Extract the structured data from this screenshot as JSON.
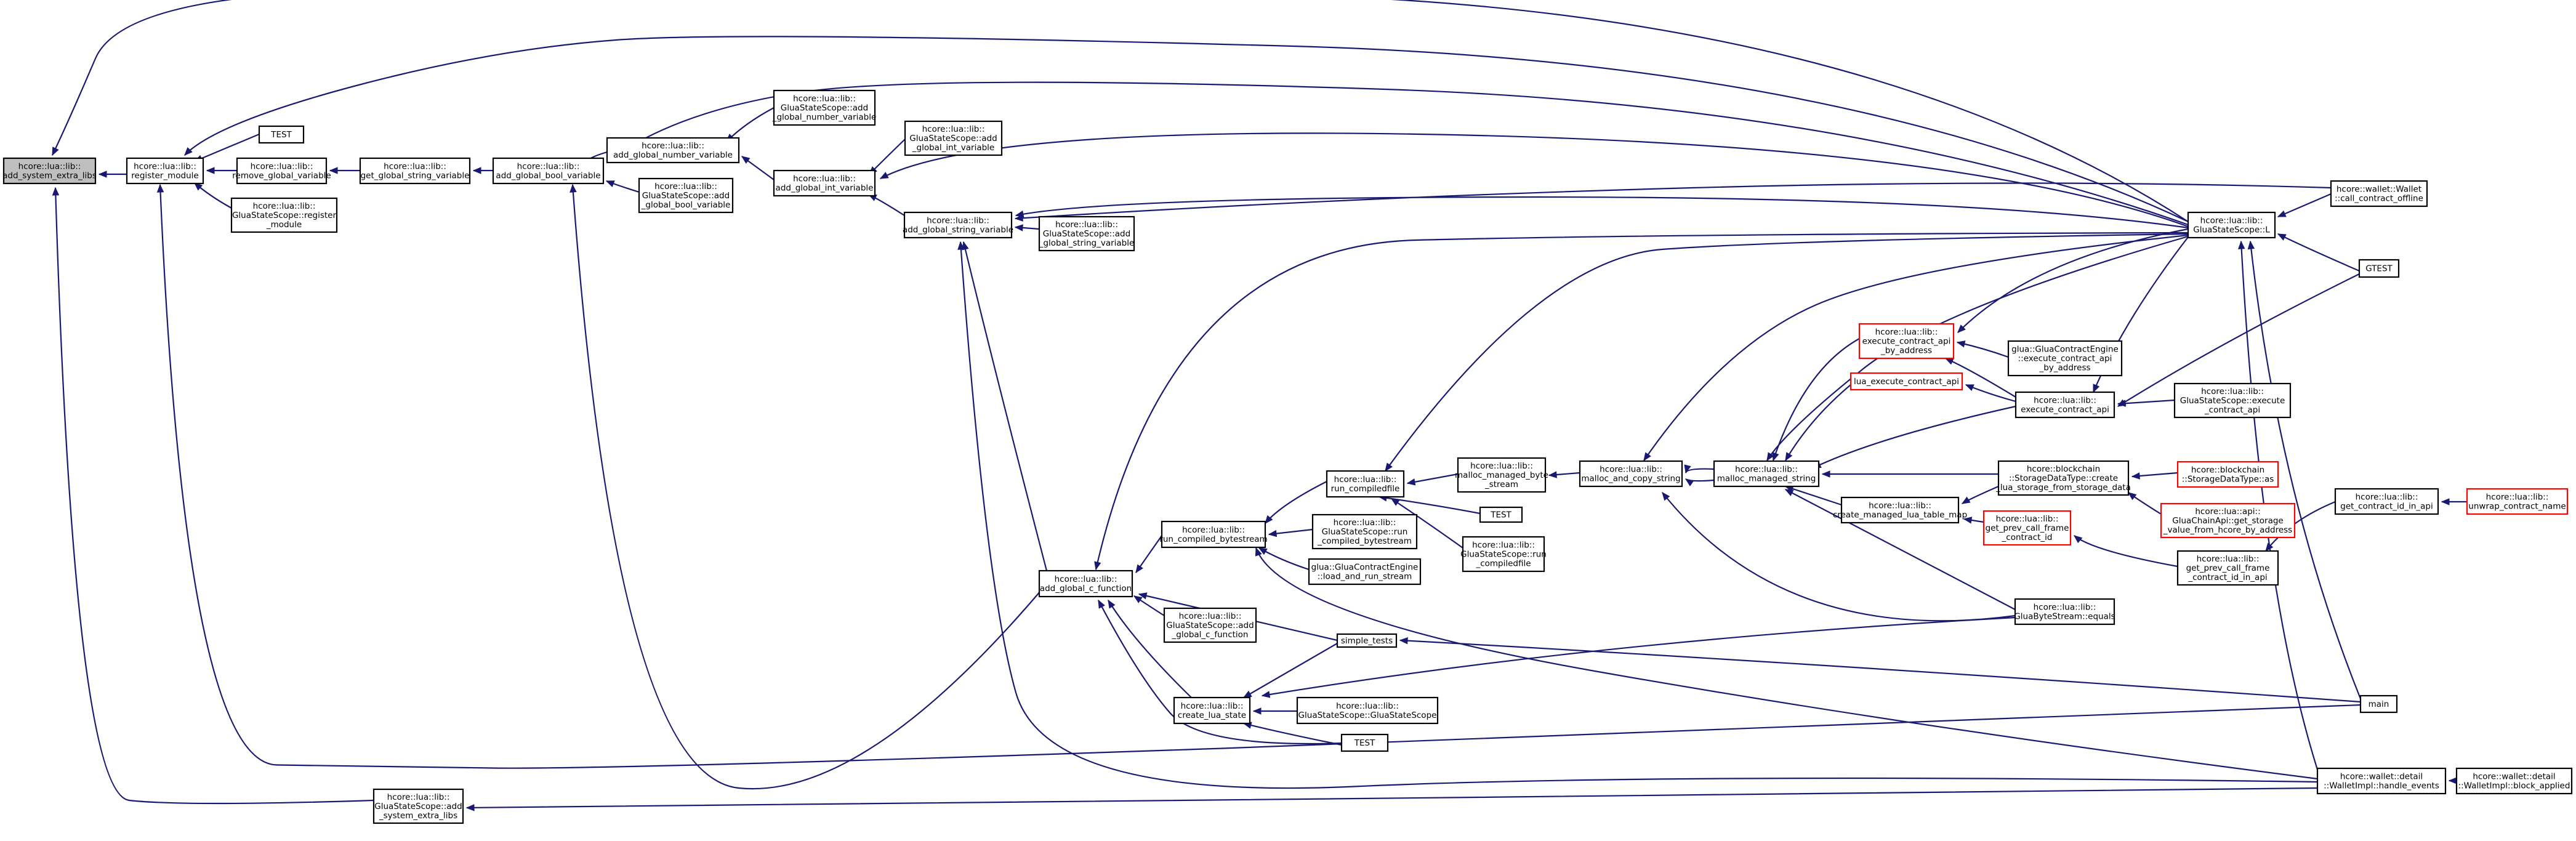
{
  "colors": {
    "edge": "#191970",
    "node_border": "#000000",
    "node_border_truncated": "#ff0000",
    "node_fill": "#ffffff",
    "root_fill": "#bfbfbf"
  },
  "nodes": [
    {
      "id": "n1",
      "lines": [
        "hcore::lua::lib::",
        "add_system_extra_libs"
      ]
    },
    {
      "id": "n2",
      "lines": [
        "hcore::lua::lib::",
        "register_module"
      ]
    },
    {
      "id": "n3",
      "lines": [
        "TEST"
      ]
    },
    {
      "id": "n4",
      "lines": [
        "hcore::lua::lib::",
        "remove_global_variable"
      ]
    },
    {
      "id": "n5",
      "lines": [
        "hcore::lua::lib::",
        "GluaStateScope::register",
        "_module"
      ]
    },
    {
      "id": "n6",
      "lines": [
        "hcore::lua::lib::",
        "get_global_string_variable"
      ]
    },
    {
      "id": "n7",
      "lines": [
        "hcore::lua::lib::",
        "add_global_bool_variable"
      ]
    },
    {
      "id": "n8",
      "lines": [
        "hcore::lua::lib::",
        "add_global_number_variable"
      ]
    },
    {
      "id": "n9",
      "lines": [
        "hcore::lua::lib::",
        "GluaStateScope::add",
        "_global_bool_variable"
      ]
    },
    {
      "id": "n10",
      "lines": [
        "hcore::lua::lib::",
        "GluaStateScope::add",
        "_global_number_variable"
      ]
    },
    {
      "id": "n11",
      "lines": [
        "hcore::lua::lib::",
        "add_global_int_variable"
      ]
    },
    {
      "id": "n12",
      "lines": [
        "hcore::lua::lib::",
        "GluaStateScope::add",
        "_global_int_variable"
      ]
    },
    {
      "id": "n13",
      "lines": [
        "hcore::lua::lib::",
        "add_global_string_variable"
      ]
    },
    {
      "id": "n14",
      "lines": [
        "hcore::lua::lib::",
        "GluaStateScope::add",
        "_global_string_variable"
      ]
    },
    {
      "id": "n15",
      "lines": [
        "hcore::lua::lib::",
        "add_global_c_function"
      ]
    },
    {
      "id": "n16",
      "lines": [
        "hcore::lua::lib::",
        "GluaStateScope::add",
        "_global_c_function"
      ]
    },
    {
      "id": "n17",
      "lines": [
        "hcore::lua::lib::",
        "run_compiled_bytestream"
      ]
    },
    {
      "id": "n18",
      "lines": [
        "hcore::lua::lib::",
        "run_compiledfile"
      ]
    },
    {
      "id": "n19",
      "lines": [
        "hcore::lua::lib::",
        "GluaStateScope::run",
        "_compiled_bytestream"
      ]
    },
    {
      "id": "n20",
      "lines": [
        "glua::GluaContractEngine",
        "::load_and_run_stream"
      ]
    },
    {
      "id": "n21",
      "lines": [
        "simple_tests"
      ]
    },
    {
      "id": "n22",
      "lines": [
        "hcore::lua::lib::",
        "create_lua_state"
      ]
    },
    {
      "id": "n23",
      "lines": [
        "hcore::lua::lib::",
        "GluaStateScope::GluaStateScope"
      ]
    },
    {
      "id": "n24",
      "lines": [
        "TEST"
      ]
    },
    {
      "id": "n25",
      "lines": [
        "hcore::lua::lib::",
        "malloc_managed_byte",
        "_stream"
      ]
    },
    {
      "id": "n26",
      "lines": [
        "TEST"
      ]
    },
    {
      "id": "n27",
      "lines": [
        "hcore::lua::lib::",
        "GluaStateScope::run",
        "_compiledfile"
      ]
    },
    {
      "id": "n28",
      "lines": [
        "hcore::lua::lib::",
        "malloc_and_copy_string"
      ]
    },
    {
      "id": "n29",
      "lines": [
        "hcore::lua::lib::",
        "malloc_managed_string"
      ]
    },
    {
      "id": "n30",
      "lines": [
        "hcore::lua::lib::",
        "execute_contract_api",
        "_by_address"
      ],
      "truncated": true
    },
    {
      "id": "n31",
      "lines": [
        "lua_execute_contract_api"
      ],
      "truncated": true
    },
    {
      "id": "n32",
      "lines": [
        "glua::GluaContractEngine",
        "::execute_contract_api",
        "_by_address"
      ]
    },
    {
      "id": "n33",
      "lines": [
        "hcore::lua::lib::",
        "execute_contract_api"
      ]
    },
    {
      "id": "n34",
      "lines": [
        "hcore::lua::lib::",
        "create_managed_lua_table_map"
      ]
    },
    {
      "id": "n35",
      "lines": [
        "hcore::blockchain",
        "::StorageDataType::create",
        "_lua_storage_from_storage_data"
      ]
    },
    {
      "id": "n36",
      "lines": [
        "hcore::lua::lib::",
        "get_prev_call_frame",
        "_contract_id"
      ],
      "truncated": true
    },
    {
      "id": "n37",
      "lines": [
        "hcore::lua::lib::",
        "GluaByteStream::equals"
      ]
    },
    {
      "id": "n38",
      "lines": [
        "hcore::blockchain",
        "::StorageDataType::as"
      ],
      "truncated": true
    },
    {
      "id": "n39",
      "lines": [
        "hcore::lua::api::",
        "GluaChainApi::get_storage",
        "_value_from_hcore_by_address"
      ],
      "truncated": true
    },
    {
      "id": "n40",
      "lines": [
        "hcore::lua::lib::",
        "get_prev_call_frame",
        "_contract_id_in_api"
      ]
    },
    {
      "id": "n41",
      "lines": [
        "hcore::lua::lib::",
        "GluaStateScope::L"
      ]
    },
    {
      "id": "n42",
      "lines": [
        "hcore::lua::lib::",
        "GluaStateScope::execute",
        "_contract_api"
      ]
    },
    {
      "id": "n43",
      "lines": [
        "hcore::lua::lib::",
        "get_contract_id_in_api"
      ]
    },
    {
      "id": "n44",
      "lines": [
        "hcore::wallet::Wallet",
        "::call_contract_offline"
      ]
    },
    {
      "id": "n45",
      "lines": [
        "GTEST"
      ]
    },
    {
      "id": "n46",
      "lines": [
        "hcore::lua::lib::",
        "unwrap_contract_name"
      ],
      "truncated": true
    },
    {
      "id": "n47",
      "lines": [
        "main"
      ]
    },
    {
      "id": "n48",
      "lines": [
        "hcore::wallet::detail",
        "::WalletImpl::handle_events"
      ]
    },
    {
      "id": "n49",
      "lines": [
        "hcore::wallet::detail",
        "::WalletImpl::block_applied"
      ]
    },
    {
      "id": "n50",
      "lines": [
        "hcore::lua::lib::",
        "GluaStateScope::add",
        "_system_extra_libs"
      ]
    }
  ]
}
